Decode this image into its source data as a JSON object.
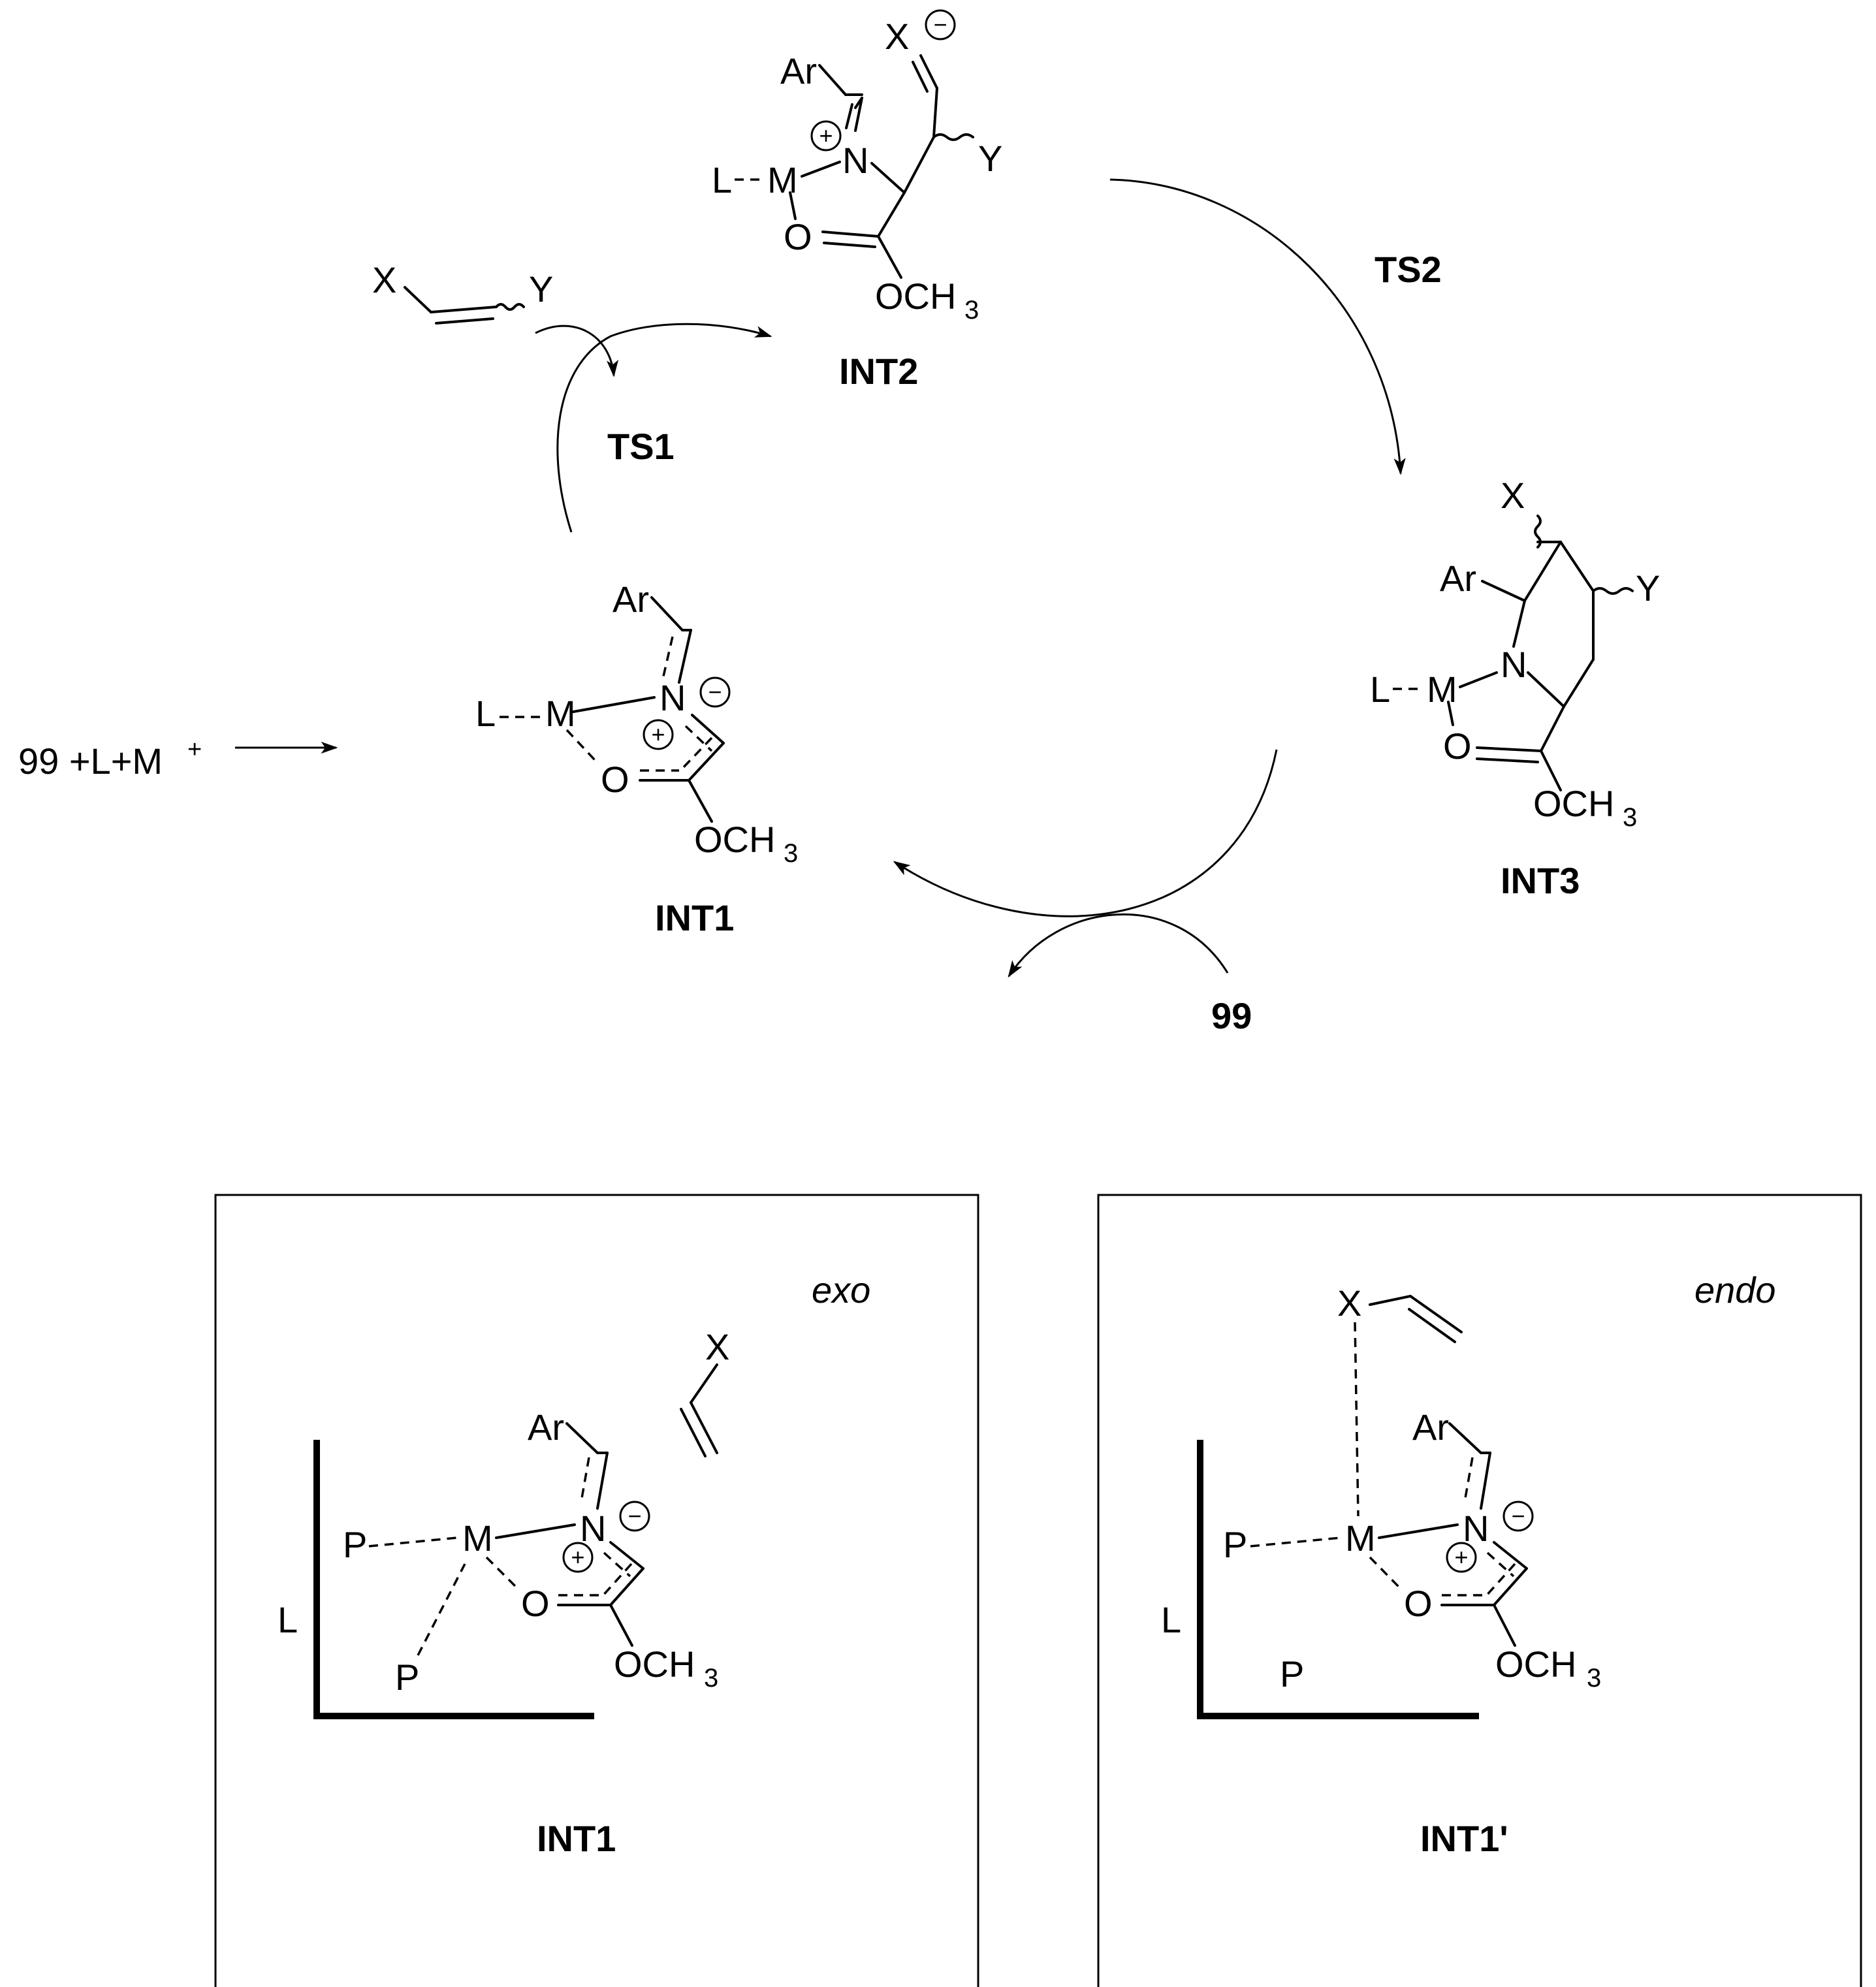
{
  "labels": {
    "ts1": "TS1",
    "ts2": "TS2",
    "int1": "INT1",
    "int2": "INT2",
    "int3": "INT3",
    "product": "99",
    "start_99": "99 +L+M",
    "start_plus": "+"
  },
  "atoms": {
    "ar": "Ar",
    "m": "M",
    "n": "N",
    "o": "O",
    "l": "L",
    "p": "P",
    "x": "X",
    "y": "Y",
    "och": "OCH",
    "three": "3",
    "plus": "+",
    "minus": "−"
  },
  "panels": {
    "left": {
      "mode": "exo",
      "caption": "INT1"
    },
    "right": {
      "mode": "endo",
      "caption": "INT1'"
    }
  }
}
